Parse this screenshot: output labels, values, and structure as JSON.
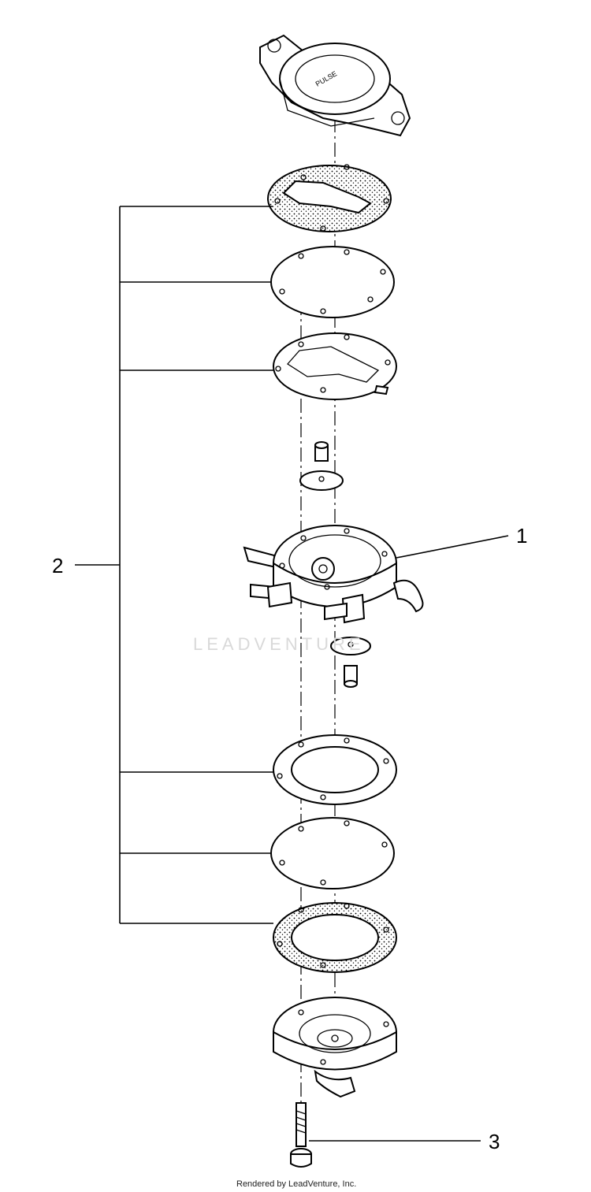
{
  "callouts": [
    {
      "id": "1",
      "label": "1"
    },
    {
      "id": "2",
      "label": "2"
    },
    {
      "id": "3",
      "label": "3"
    }
  ],
  "watermark": "LEADVENTURE",
  "footer": "Rendered by LeadVenture, Inc.",
  "colors": {
    "line": "#000000",
    "background": "#ffffff",
    "watermark": "#d9d9d9"
  }
}
